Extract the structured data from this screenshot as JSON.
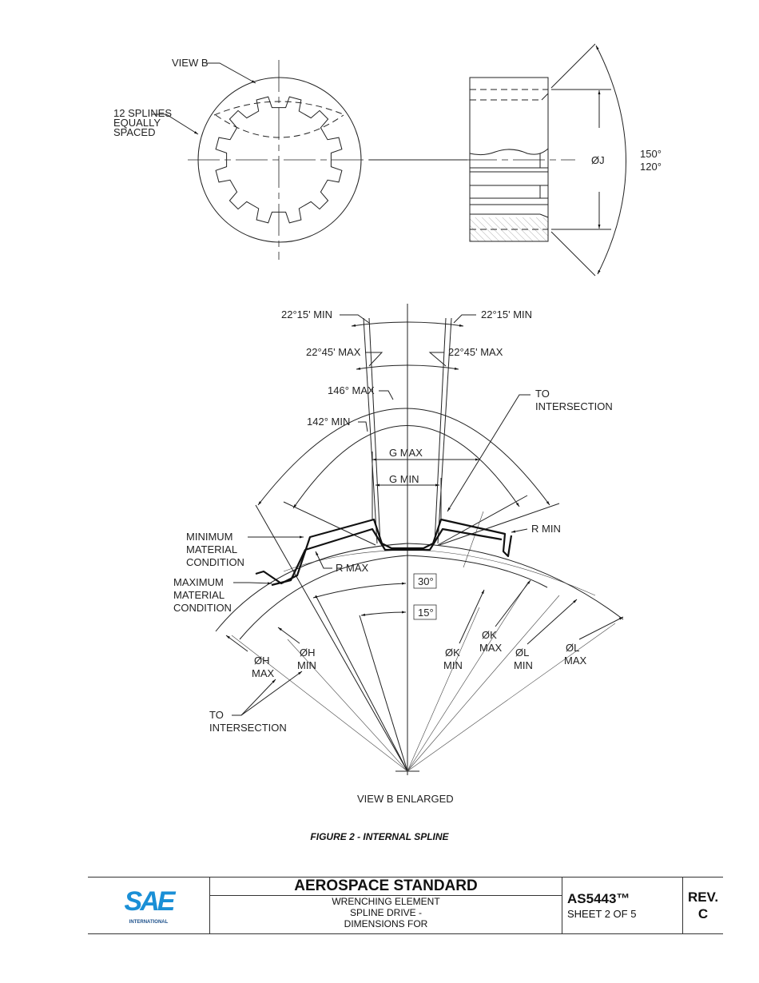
{
  "top_view": {
    "view_b_label": "VIEW B",
    "splines_label": [
      "12 SPLINES",
      "EQUALLY",
      "SPACED"
    ],
    "dia_j": "ØJ",
    "angle_1": "150°",
    "angle_2": "120°"
  },
  "enlarged_view": {
    "a_22_15_left": "22°15' MIN",
    "a_22_15_right": "22°15' MIN",
    "a_22_45_left": "22°45' MAX",
    "a_22_45_right": "22°45' MAX",
    "a_146": "146° MAX",
    "a_142": "142° MIN",
    "to_intersection_top": [
      "TO",
      "INTERSECTION"
    ],
    "g_max": "G MAX",
    "g_min": "G MIN",
    "min_material": [
      "MINIMUM",
      "MATERIAL",
      "CONDITION"
    ],
    "max_material": [
      "MAXIMUM",
      "MATERIAL",
      "CONDITION"
    ],
    "r_max": "R MAX",
    "r_min": "R MIN",
    "a_30": "30°",
    "a_15": "15°",
    "h_max": [
      "ØH",
      "MAX"
    ],
    "h_min": [
      "ØH",
      "MIN"
    ],
    "k_min": [
      "ØK",
      "MIN"
    ],
    "k_max": [
      "ØK",
      "MAX"
    ],
    "l_min": [
      "ØL",
      "MIN"
    ],
    "l_max": [
      "ØL",
      "MAX"
    ],
    "to_intersection_bottom": [
      "TO",
      "INTERSECTION"
    ],
    "view_label": "VIEW B ENLARGED"
  },
  "figure_caption": "FIGURE 2 - INTERNAL SPLINE",
  "title_block": {
    "logo_text": "SAE",
    "logo_subtext": "INTERNATIONAL",
    "logo_colors": [
      "#1a8fd6",
      "#1b4f8a"
    ],
    "heading": "AEROSPACE STANDARD",
    "subtitle": [
      "WRENCHING ELEMENT",
      "SPLINE DRIVE -",
      "DIMENSIONS FOR"
    ],
    "doc_number": "AS5443™",
    "sheet": "SHEET 2 OF 5",
    "rev_label": "REV.",
    "rev_value": "C"
  }
}
